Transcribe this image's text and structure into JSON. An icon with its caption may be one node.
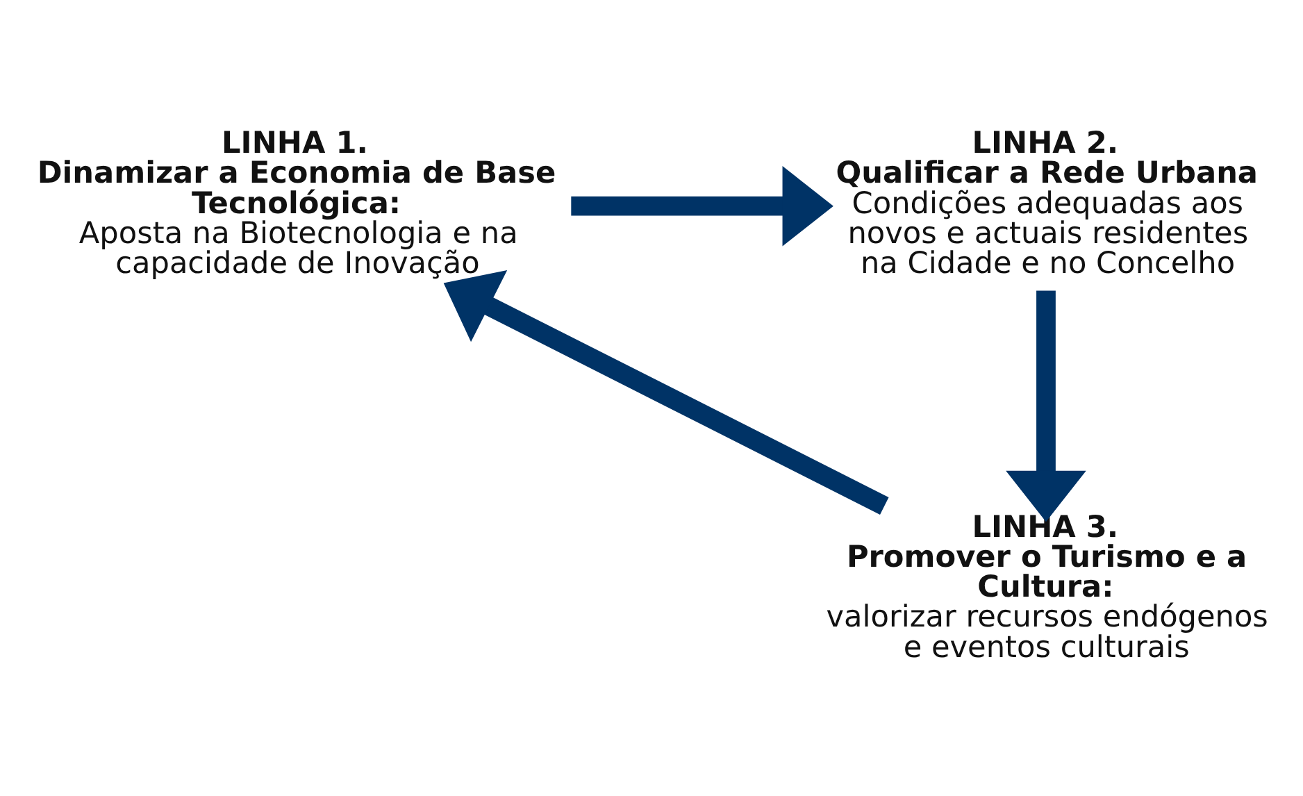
{
  "diagram": {
    "nodes": [
      {
        "text": [
          "LINHA 1.",
          "Dinamizar a Economia de Base Tecnológica:",
          "Aposta na Biotecnologia e na capacidade de Inovação"
        ]
      },
      {
        "text": [
          "LINHA 2.",
          "Qualificar a Rede Urbana",
          "Condições adequadas aos novos e actuais residentes na Cidade e no Concelho"
        ]
      },
      {
        "text": [
          "LINHA 3.",
          "Promover o Turismo e a Cultura:",
          "valorizar recursos endógenos e eventos culturais"
        ]
      }
    ],
    "edges": [
      {
        "from": 0,
        "to": 1,
        "arrow": "to"
      },
      {
        "from": 1,
        "to": 2,
        "arrow": "to"
      },
      {
        "from": 2,
        "to": 0,
        "arrow": "to"
      }
    ]
  }
}
